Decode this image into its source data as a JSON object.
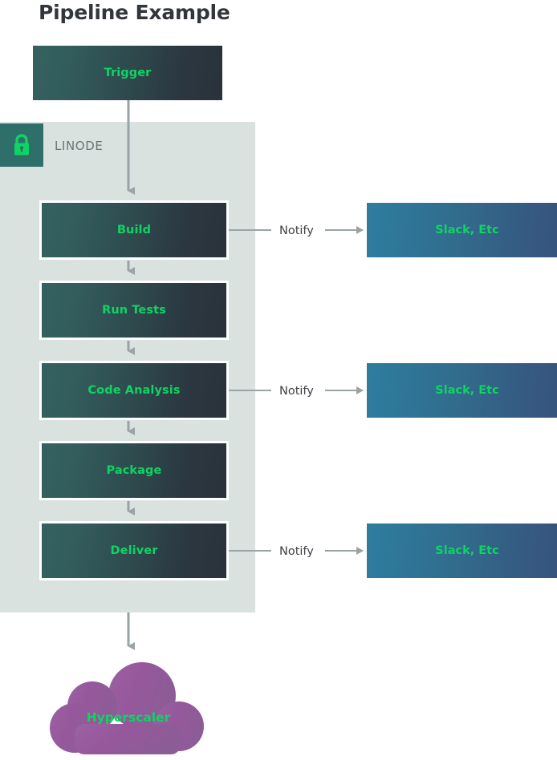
{
  "title": "Pipeline Example",
  "zone": {
    "label": "LINODE",
    "icon": "lock-icon",
    "badge_color": "#2f6f6a",
    "background_color": "#dae2e0"
  },
  "colors": {
    "accent_green": "#0ed463",
    "title_text": "#32363c",
    "stage_gradient_start": "#34615f",
    "stage_gradient_end": "#2a323a",
    "notify_gradient_start": "#2e7d9f",
    "notify_gradient_end": "#37527c",
    "cloud_gradient_start": "#9c5fa0",
    "cloud_gradient_end": "#8e5d97",
    "connector_gray": "#9aa3a5"
  },
  "trigger": {
    "label": "Trigger"
  },
  "stages": [
    {
      "id": "build",
      "label": "Build"
    },
    {
      "id": "tests",
      "label": "Run Tests"
    },
    {
      "id": "code",
      "label": "Code Analysis"
    },
    {
      "id": "package",
      "label": "Package"
    },
    {
      "id": "deliver",
      "label": "Deliver"
    }
  ],
  "notifications": [
    {
      "from": "build",
      "connector_label": "Notify",
      "target_label": "Slack, Etc"
    },
    {
      "from": "code",
      "connector_label": "Notify",
      "target_label": "Slack, Etc"
    },
    {
      "from": "deliver",
      "connector_label": "Notify",
      "target_label": "Slack, Etc"
    }
  ],
  "cloud": {
    "label": "Hyperscaler"
  }
}
